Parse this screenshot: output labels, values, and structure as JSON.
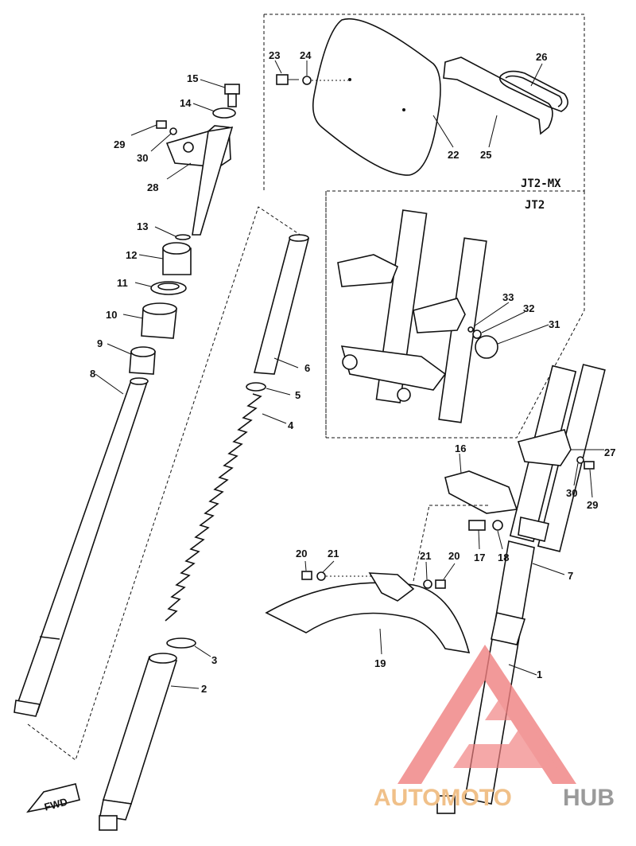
{
  "boxes": {
    "upper_box_label": "JT2-MX",
    "lower_box_label": "JT2"
  },
  "fwd_label": "FWD",
  "watermark": {
    "part1": "AUTOMOTO",
    "part2": "HUB",
    "accent_color": "#f08080",
    "text_color_1": "#f0c089",
    "text_color_2": "#9a9a9a"
  },
  "part_numbers": {
    "n1": "1",
    "n2": "2",
    "n3": "3",
    "n4": "4",
    "n5": "5",
    "n6": "6",
    "n7": "7",
    "n8": "8",
    "n9": "9",
    "n10": "10",
    "n11": "11",
    "n12": "12",
    "n13": "13",
    "n14": "14",
    "n15": "15",
    "n16": "16",
    "n17": "17",
    "n18": "18",
    "n19": "19",
    "n20a": "20",
    "n20b": "20",
    "n21a": "21",
    "n21b": "21",
    "n22": "22",
    "n23": "23",
    "n24": "24",
    "n25": "25",
    "n26": "26",
    "n27": "27",
    "n28": "28",
    "n29a": "29",
    "n29b": "29",
    "n30a": "30",
    "n30b": "30",
    "n31": "31",
    "n32": "32",
    "n33": "33"
  }
}
